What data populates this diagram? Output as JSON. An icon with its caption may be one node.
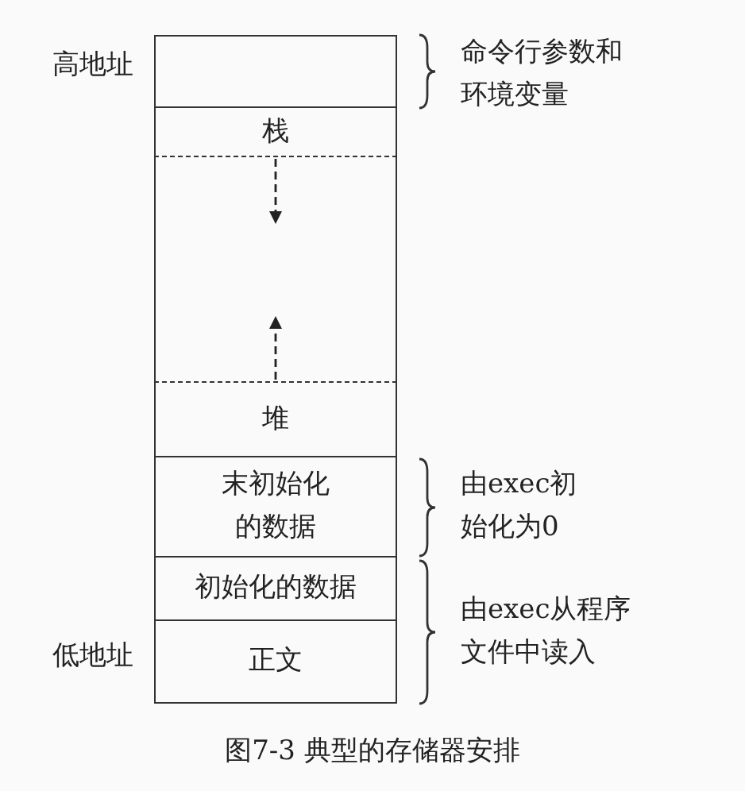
{
  "diagram": {
    "caption": "图7-3 典型的存储器安排",
    "nodes": [
      {
        "text": [],
        "shape": "box"
      },
      {
        "text": [
          "栈"
        ]
      },
      {
        "text": [
          "堆"
        ]
      },
      {
        "text": [
          "末初始化的数据"
        ]
      },
      {
        "text": [
          "初始化的数据"
        ]
      },
      {
        "text": [
          "正文"
        ]
      }
    ],
    "edges": [
      {
        "from": 1,
        "to": null,
        "arrow": "to",
        "style": "dashed"
      },
      {
        "from": 2,
        "to": null,
        "arrow": "to",
        "style": "dashed"
      }
    ],
    "labels": [
      "高地址",
      "命令行参数和环境变量",
      "由exec初始化为0",
      "由exec从程序文件中读入",
      "低地址"
    ]
  }
}
